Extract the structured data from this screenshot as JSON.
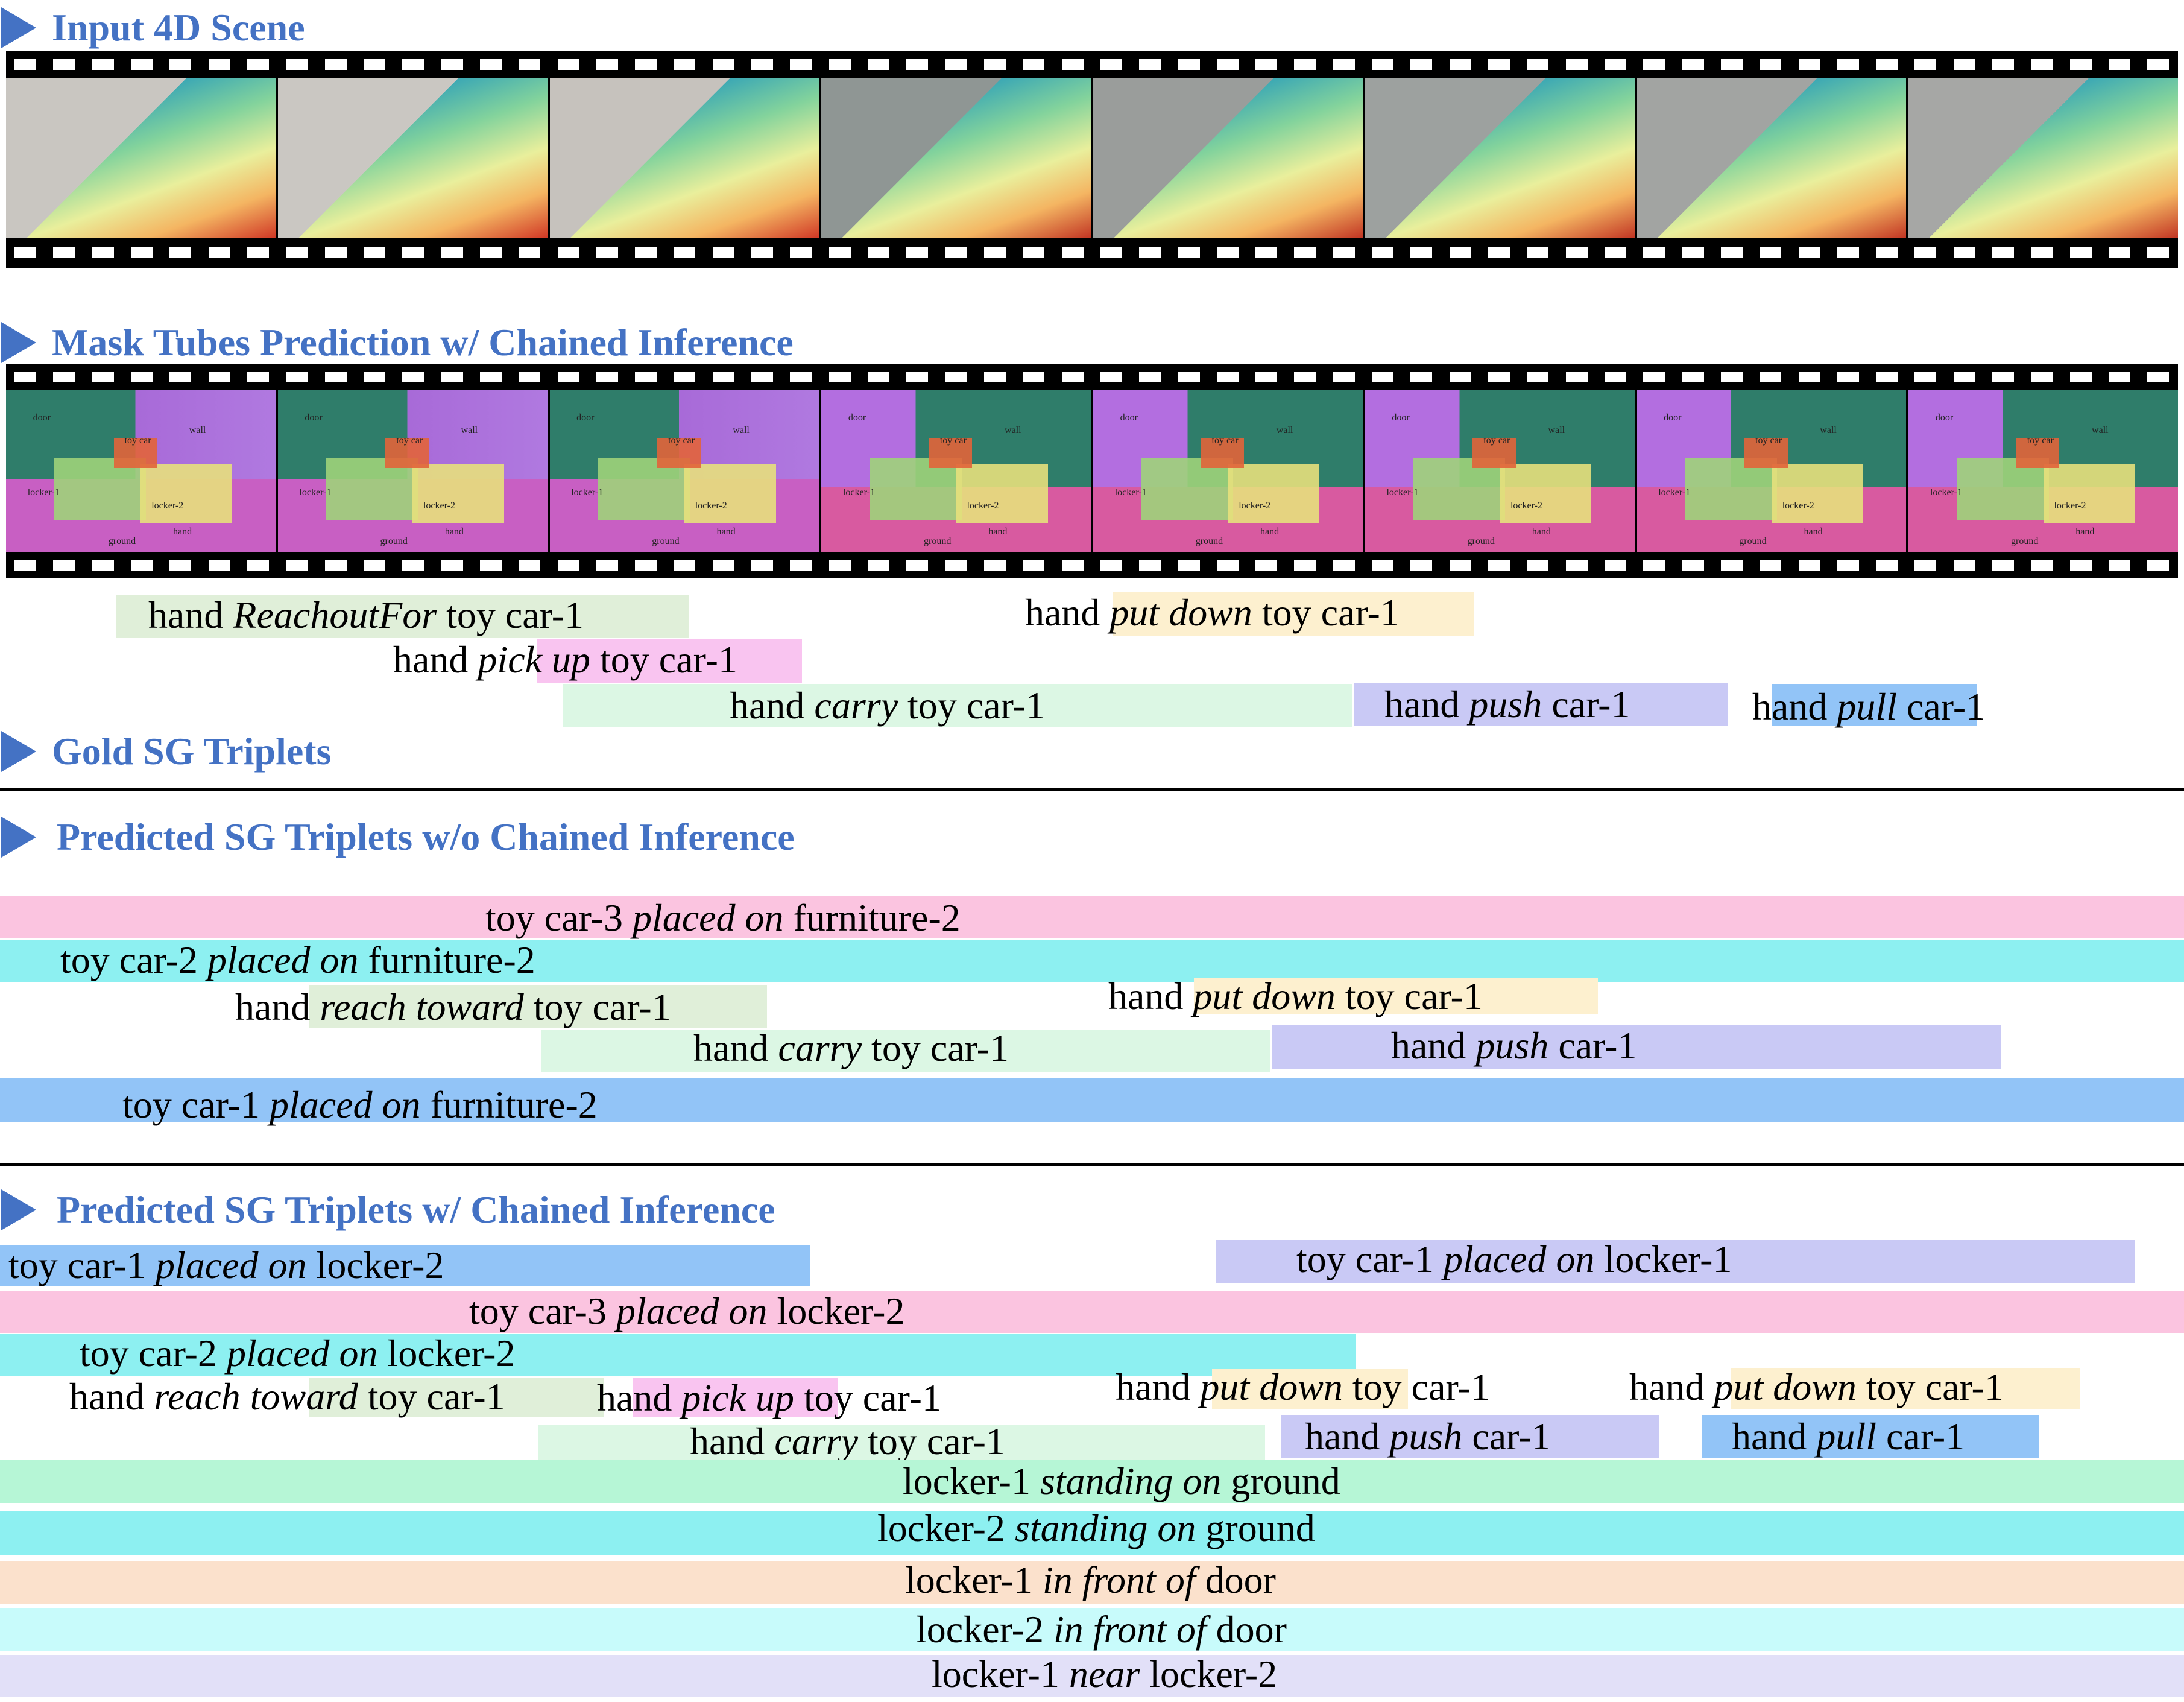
{
  "headings": {
    "input": "Input 4D Scene",
    "mask": "Mask Tubes Prediction w/ Chained Inference",
    "gold": "Gold SG Triplets",
    "pred_wo": "Predicted SG Triplets w/o Chained Inference",
    "pred_w": "Predicted SG Triplets w/ Chained Inference"
  },
  "mask_labels": {
    "door": "door",
    "wall": "wall",
    "locker1": "locker-1",
    "locker2": "locker-2",
    "ground": "ground",
    "hand": "hand",
    "toycar": "toy car"
  },
  "colors": {
    "heading": "#4472c4",
    "green": "#e0efd9",
    "pink": "#f9c4f0",
    "mint": "#dcf7e4",
    "peach": "#fdf0cf",
    "lavender": "#c9c9f5",
    "blue": "#92c4f7",
    "rose": "#fbc4e0",
    "cyan": "#8df0f1",
    "lightcyan": "#c8fbfb",
    "salmon": "#fbe1cc",
    "lilac": "#e2e0f8",
    "seafoam": "#b6f6d6"
  },
  "gold": [
    {
      "s": "hand",
      "p": "ReachoutFor",
      "o": "toy car-1"
    },
    {
      "s": "hand",
      "p": "pick up",
      "o": "toy car-1"
    },
    {
      "s": "hand",
      "p": "carry",
      "o": "toy car-1"
    },
    {
      "s": "hand",
      "p": "put down",
      "o": "toy car-1"
    },
    {
      "s": "hand",
      "p": "push",
      "o": "car-1"
    },
    {
      "s": "hand",
      "p": "pull",
      "o": "car-1"
    }
  ],
  "pred_wo": [
    {
      "s": "toy car-3",
      "p": "placed on",
      "o": "furniture-2"
    },
    {
      "s": "toy car-2",
      "p": "placed on",
      "o": "furniture-2"
    },
    {
      "s": "hand",
      "p": "reach toward",
      "o": "toy car-1"
    },
    {
      "s": "hand",
      "p": "put down",
      "o": "toy car-1"
    },
    {
      "s": "hand",
      "p": "carry",
      "o": "toy car-1"
    },
    {
      "s": "hand",
      "p": "push",
      "o": "car-1"
    },
    {
      "s": "toy car-1",
      "p": "placed on",
      "o": "furniture-2"
    }
  ],
  "pred_w": [
    {
      "s": "toy car-1",
      "p": "placed on",
      "o": "locker-2"
    },
    {
      "s": "toy car-1",
      "p": "placed on",
      "o": "locker-1"
    },
    {
      "s": "toy car-3",
      "p": "placed on",
      "o": "locker-2"
    },
    {
      "s": "toy car-2",
      "p": "placed on",
      "o": "locker-2"
    },
    {
      "s": "hand",
      "p": "reach toward",
      "o": "toy car-1"
    },
    {
      "s": "hand",
      "p": "pick up",
      "o": "toy car-1"
    },
    {
      "s": "hand",
      "p": "put down",
      "o": "toy car-1"
    },
    {
      "s": "hand",
      "p": "put down",
      "o": "toy car-1"
    },
    {
      "s": "hand",
      "p": "carry",
      "o": "toy car-1"
    },
    {
      "s": "hand",
      "p": "push",
      "o": "car-1"
    },
    {
      "s": "hand",
      "p": "pull",
      "o": "car-1"
    },
    {
      "s": "locker-1",
      "p": "standing on",
      "o": "ground"
    },
    {
      "s": "locker-2",
      "p": "standing on",
      "o": "ground"
    },
    {
      "s": "locker-1",
      "p": "in front of",
      "o": "door"
    },
    {
      "s": "locker-2",
      "p": "in front of",
      "o": "door"
    },
    {
      "s": "locker-1",
      "p": "near",
      "o": "locker-2"
    }
  ]
}
